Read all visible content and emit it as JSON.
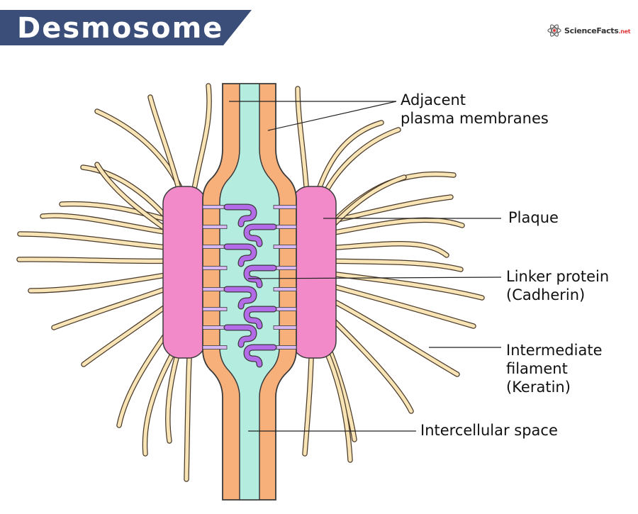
{
  "title": "Desmosome",
  "brand": {
    "name": "ScienceFacts",
    "suffix": ".net"
  },
  "labels": {
    "membranes_line1": "Adjacent",
    "membranes_line2": "plasma membranes",
    "plaque": "Plaque",
    "linker_line1": "Linker protein",
    "linker_line2": "(Cadherin)",
    "filament_line1": "Intermediate",
    "filament_line2": "filament",
    "filament_line3": "(Keratin)",
    "space": "Intercellular space"
  },
  "colors": {
    "banner": "#3a4e79",
    "membrane": "#f8b07b",
    "intercellular": "#b5ece0",
    "plaque": "#f28ac9",
    "linker": "#b46be8",
    "filament": "#f9e4b5",
    "outline": "#3a3a3a"
  }
}
